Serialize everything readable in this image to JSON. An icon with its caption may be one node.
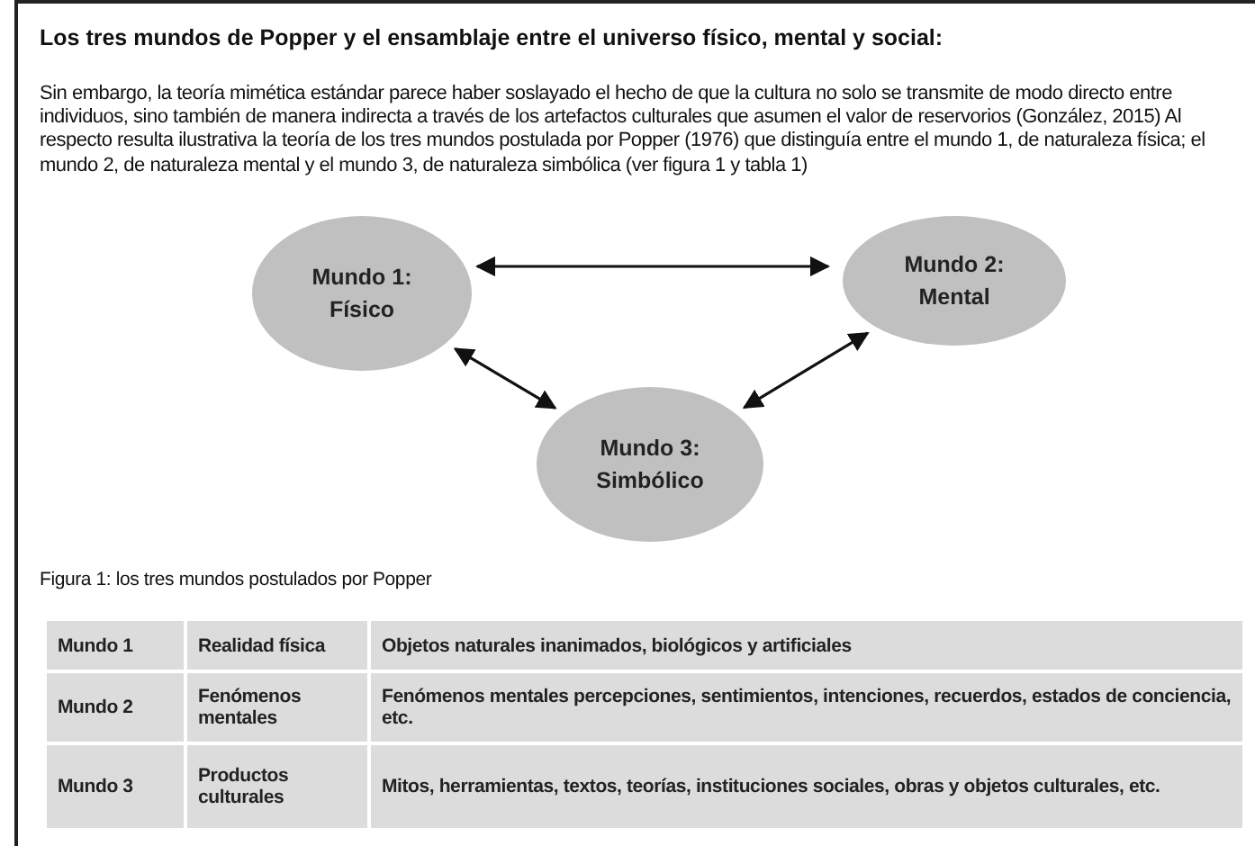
{
  "diagram": {
    "title": "Los tres mundos de Popper y el ensamblaje entre el universo físico, mental y social:",
    "caption": "Figura 1: los tres mundos postulados por Popper",
    "nodes": [
      {
        "text": [
          "Mundo 1: Físico"
        ]
      },
      {
        "text": [
          "Mundo 2: Mental"
        ]
      },
      {
        "text": [
          "Mundo 3: Simbólico"
        ]
      }
    ],
    "edges": [
      {
        "from": 0,
        "to": 1,
        "arrow": "both"
      },
      {
        "from": 0,
        "to": 2,
        "arrow": "both"
      },
      {
        "from": 2,
        "to": 1,
        "arrow": "both"
      }
    ],
    "labels": [
      "Sin embargo, la teoría mimética estándar parece haber soslayado el hecho de que la cultura no solo se transmite de modo directo entre individuos, sino también de manera indirecta a través de los artefactos culturales que asumen el valor de reservorios (González, 2015) Al respecto resulta ilustrativa la teoría de los tres mundos postulada por Popper (1976) que distinguía entre el mundo 1, de naturaleza física; el mundo 2, de naturaleza mental y el mundo 3, de naturaleza simbólica (ver figura 1 y tabla 1)",
      "Mundo 1",
      "Realidad física",
      "Objetos naturales inanimados, biológicos y artificiales",
      "Mundo 2",
      "Fenómenos mentales",
      "Fenómenos mentales percepciones, sentimientos, intenciones, recuerdos, estados de conciencia, etc.",
      "Mundo 3",
      "Productos culturales",
      "Mitos, herramientas, textos, teorías, instituciones sociales,  obras y objetos culturales, etc."
    ]
  }
}
